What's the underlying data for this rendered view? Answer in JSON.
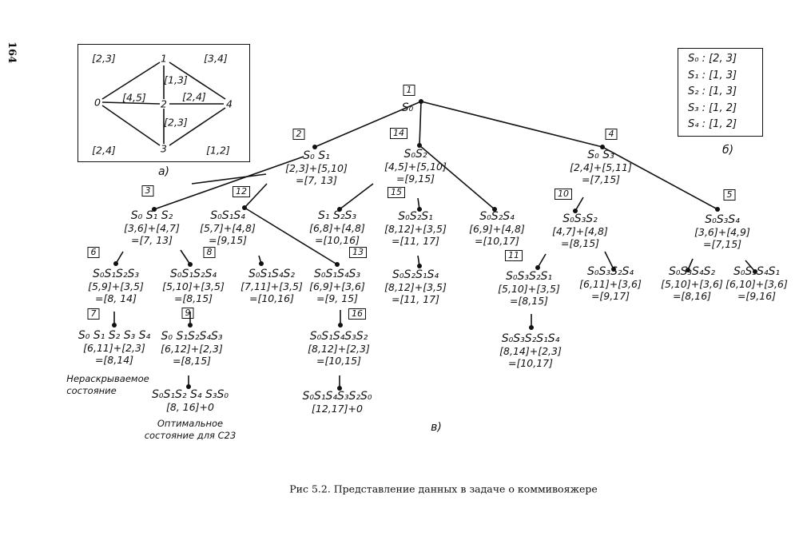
{
  "page_number": "164",
  "graph": {
    "label": "а)",
    "vertices": [
      "0",
      "1",
      "2",
      "3",
      "4"
    ],
    "edge_labels": [
      "[2,3]",
      "[3,4]",
      "[1,3]",
      "[4,5]",
      "[2,4]",
      "[2,3]",
      "[2,4]",
      "[1,2]"
    ]
  },
  "legend": {
    "label": "б)",
    "entries": [
      "S₀ : [2, 3]",
      "S₁ : [1, 3]",
      "S₂ : [1, 3]",
      "S₃ : [1, 2]",
      "S₄ : [1, 2]"
    ]
  },
  "tree": {
    "label": "в)",
    "boxes": [
      "1",
      "2",
      "14",
      "4",
      "3",
      "12",
      "15",
      "10",
      "5",
      "6",
      "8",
      "13",
      "11",
      "7",
      "9",
      "16"
    ],
    "nodes": {
      "n1": [
        "S₀"
      ],
      "n2": [
        "S₀ S₁",
        "[2,3]+[5,10]",
        "=[7, 13]"
      ],
      "n14": [
        "S₀S₂",
        "[4,5]+[5,10]",
        "=[9,15]"
      ],
      "n4": [
        "S₀ S₃",
        "[2,4]+[5,11]",
        "=[7,15]"
      ],
      "n3": [
        "S₀ S₁ S₂",
        "[3,6]+[4,7]",
        "=[7, 13]"
      ],
      "n12": [
        "S₀S₁S₄",
        "[5,7]+[4,8]",
        "=[9,15]"
      ],
      "s123": [
        "S₁ S₂S₃",
        "[6,8]+[4,8]",
        "=[10,16]"
      ],
      "n15": [
        "S₀S₂S₁",
        "[8,12]+[3,5]",
        "=[11, 17]"
      ],
      "s024": [
        "S₀S₂S₄",
        "[6,9]+[4,8]",
        "=[10,17]"
      ],
      "n10": [
        "S₀S₃S₂",
        "[4,7]+[4,8]",
        "=[8,15]"
      ],
      "n5": [
        "S₀S₃S₄",
        "[3,6]+[4,9]",
        "=[7,15]"
      ],
      "n6": [
        "S₀S₁S₂S₃",
        "[5,9]+[3,5]",
        "=[8, 14]"
      ],
      "s0124": [
        "S₀S₁S₂S₄",
        "[5,10]+[3,5]",
        "=[8,15]"
      ],
      "n8": [
        "S₀S₁S₄S₂",
        "[7,11]+[3,5]",
        "=[10,16]"
      ],
      "n13": [
        "S₀S₁S₄S₃",
        "[6,9]+[3,6]",
        "=[9, 15]"
      ],
      "s0214": [
        "S₀S₂S₁S₄",
        "[8,12]+[3,5]",
        "=[11, 17]"
      ],
      "n11": [
        "S₀S₃S₂S₁",
        "[5,10]+[3,5]",
        "=[8,15]"
      ],
      "s0324": [
        "S₀S₃S₂S₄",
        "[6,11]+[3,6]",
        "=[9,17]"
      ],
      "s0342": [
        "S₀S₃S₄S₂",
        "[5,10]+[3,6]",
        "=[8,16]"
      ],
      "s0341": [
        "S₀S₃S₄S₁",
        "[6,10]+[3,6]",
        "=[9,16]"
      ],
      "n7": [
        "S₀ S₁ S₂ S₃ S₄",
        "[6,11]+[2,3]",
        "=[8,14]"
      ],
      "n9": [
        "S₀ S₁S₂S₄S₃",
        "[6,12]+[2,3]",
        "=[8,15]"
      ],
      "n16": [
        "S₀S₁S₄S₃S₂",
        "[8,12]+[2,3]",
        "=[10,15]"
      ],
      "s03214": [
        "S₀S₃S₂S₁S₄",
        "[8,14]+[2,3]",
        "=[10,17]"
      ],
      "opt": [
        "S₀S₁S₂ S₄ S₃S₀",
        "[8, 16]+0"
      ],
      "s014320": [
        "S₀S₁S₄S₃S₂S₀",
        "[12,17]+0"
      ]
    },
    "notes": {
      "unexpandable": [
        "Нераскрываемое",
        "состояние"
      ],
      "optimal": [
        "Оптимальное",
        "состояние для С23"
      ]
    }
  },
  "caption": "Рис 5.2. Представление данных в задаче о коммивояжере"
}
